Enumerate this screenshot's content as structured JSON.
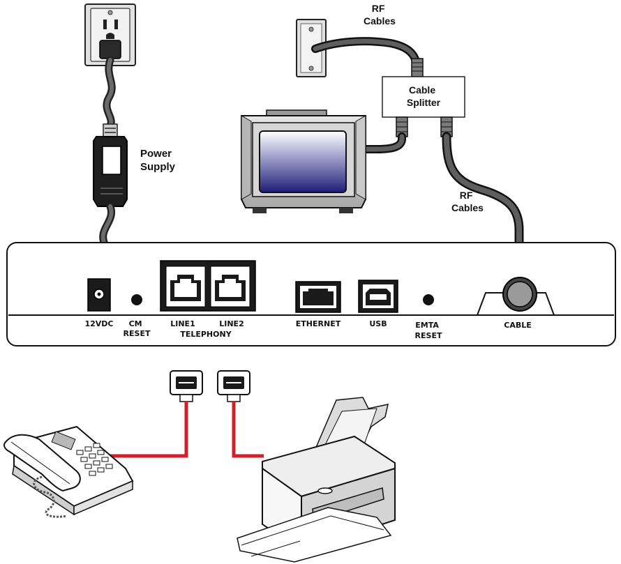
{
  "labels": {
    "rf_cables_top": [
      "RF",
      "Cables"
    ],
    "rf_cables_right": [
      "RF",
      "Cables"
    ],
    "power_supply": [
      "Power",
      "Supply"
    ],
    "cable_splitter": [
      "Cable",
      "Splitter"
    ]
  },
  "ports": {
    "dc_12v": "12VDC",
    "cm_reset": [
      "CM",
      "RESET"
    ],
    "line1": "LINE1",
    "line2": "LINE2",
    "telephony": "TELEPHONY",
    "ethernet": "ETHERNET",
    "usb": "USB",
    "emta_reset": [
      "EMTA",
      "RESET"
    ],
    "cable": "CABLE"
  },
  "colors": {
    "cable_gray": "#555555",
    "phone_line_red": "#d0202a",
    "screen_blue": "#1e1e78"
  }
}
